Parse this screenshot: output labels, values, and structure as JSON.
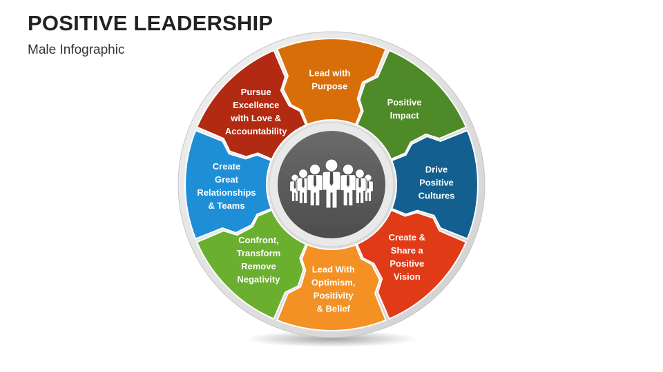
{
  "header": {
    "title": "POSITIVE LEADERSHIP",
    "subtitle": "Male Infographic"
  },
  "wheel": {
    "center_icon": "group-of-people-icon",
    "segments": [
      {
        "id": "drive",
        "lines": [
          "Drive",
          "Positive",
          "Cultures"
        ],
        "color": "#135F8F"
      },
      {
        "id": "create-share",
        "lines": [
          "Create &",
          "Share a",
          "Positive",
          "Vision"
        ],
        "color": "#E03A17"
      },
      {
        "id": "lead-with",
        "lines": [
          "Lead With",
          "Optimism,",
          "Positivity",
          "& Belief"
        ],
        "color": "#F39124"
      },
      {
        "id": "confront",
        "lines": [
          "Confront,",
          "Transform",
          "Remove",
          "Negativity"
        ],
        "color": "#6AAF2E"
      },
      {
        "id": "create-great",
        "lines": [
          "Create",
          "Great",
          "Relationships",
          "& Teams"
        ],
        "color": "#1E8FD6"
      },
      {
        "id": "pursue",
        "lines": [
          "Pursue",
          "Excellence",
          "with Love &",
          "Accountability"
        ],
        "color": "#B22A12"
      },
      {
        "id": "lead-purpose",
        "lines": [
          "Lead with",
          "Purpose"
        ],
        "color": "#D86E08"
      },
      {
        "id": "positive-impact",
        "lines": [
          "Positive",
          "Impact"
        ],
        "color": "#4E8A27"
      }
    ]
  }
}
